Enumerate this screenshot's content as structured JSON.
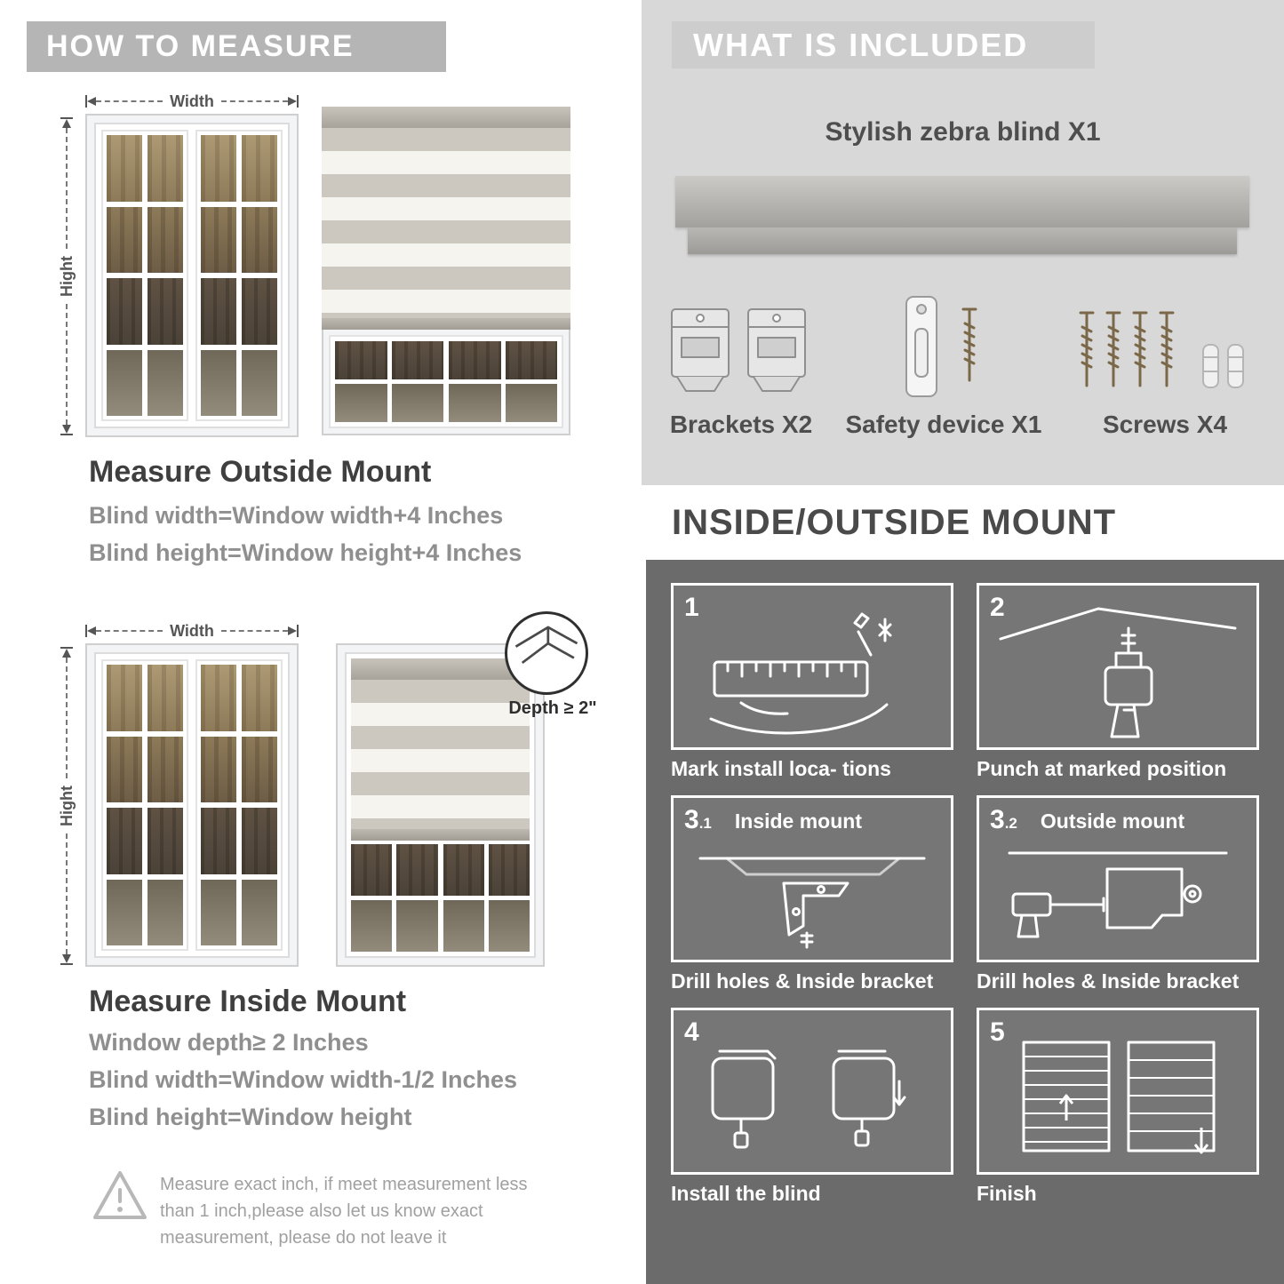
{
  "left": {
    "banner": "HOW TO MEASURE",
    "labels": {
      "width": "Width",
      "height": "Hight",
      "depth": "Depth ≥ 2\""
    },
    "outside": {
      "heading": "Measure Outside Mount",
      "lines": [
        "Blind width=Window width+4 Inches",
        "Blind height=Window height+4 Inches"
      ]
    },
    "inside": {
      "heading": "Measure Inside Mount",
      "lines": [
        "Window depth≥ 2 Inches",
        "Blind width=Window width-1/2 Inches",
        "Blind height=Window height"
      ]
    },
    "note": "Measure exact inch, if meet measurement less than 1 inch,please also let us know exact measurement, please do not leave it"
  },
  "right": {
    "included": {
      "title": "WHAT IS INCLUDED",
      "product": "Stylish zebra blind X1",
      "items": [
        {
          "label": "Brackets X2"
        },
        {
          "label": "Safety device X1"
        },
        {
          "label": "Screws X4"
        }
      ]
    },
    "mount": {
      "title": "INSIDE/OUTSIDE MOUNT",
      "steps": [
        {
          "num": "1",
          "caption": "Mark install loca- tions"
        },
        {
          "num": "2",
          "caption": "Punch at  marked position"
        },
        {
          "num": "3",
          "sub": ".1",
          "header": "Inside mount",
          "caption": "Drill holes &  Inside bracket"
        },
        {
          "num": "3",
          "sub": ".2",
          "header": "Outside mount",
          "caption": "Drill holes &  Inside bracket"
        },
        {
          "num": "4",
          "caption": "Install the blind"
        },
        {
          "num": "5",
          "caption": "Finish"
        }
      ]
    }
  },
  "colors": {
    "banner_gray": "#b5b5b5",
    "panel_light": "#d8d8d8",
    "panel_dark": "#6b6b6b",
    "text_dark": "#3f3f3f",
    "text_gray": "#8f8f8f",
    "stripe_gray": "#ccc8bf",
    "stripe_white": "#f6f4ef"
  }
}
